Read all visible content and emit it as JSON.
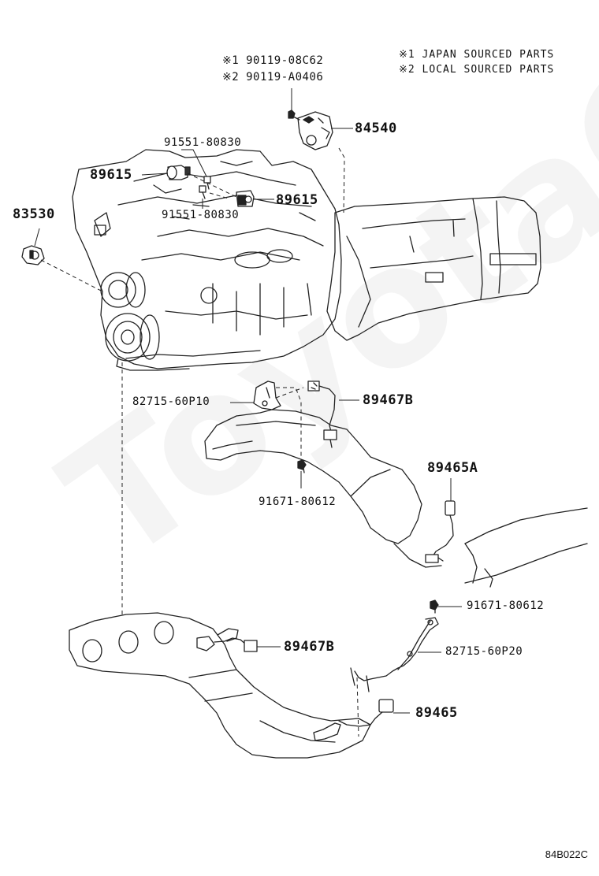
{
  "notes": {
    "note1": "※1 JAPAN SOURCED PARTS",
    "note2": "※2 LOCAL SOURCED PARTS"
  },
  "labels": {
    "bolt_j": "※1 90119-08C62",
    "bolt_l": "※2 90119-A0406",
    "p84540": "84540",
    "p91551_top": "91551-80830",
    "p89615_left": "89615",
    "p89615_right": "89615",
    "p91551_bottom": "91551-80830",
    "p83530": "83530",
    "p82715_p10": "82715-60P10",
    "p89467b_top": "89467B",
    "p89465a": "89465A",
    "p91671_top": "91671-80612",
    "p91671_bottom": "91671-80612",
    "p89467b_bottom": "89467B",
    "p82715_p20": "82715-60P20",
    "p89465": "89465"
  },
  "watermark": "ToyotaC",
  "diagram_code": "84B022C"
}
